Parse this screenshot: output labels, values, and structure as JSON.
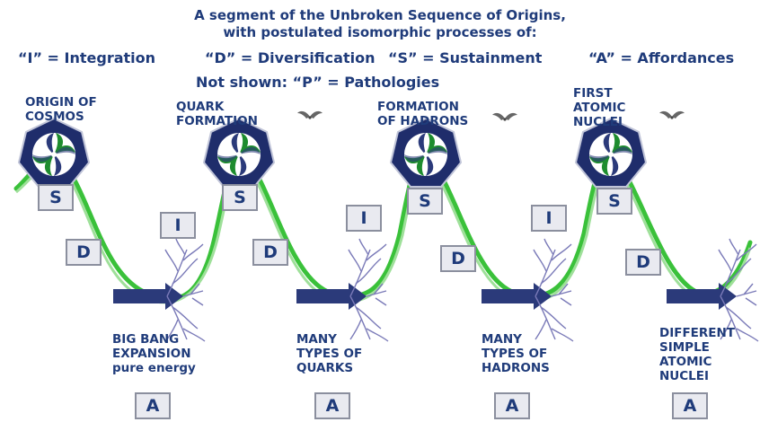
{
  "title": {
    "line1": "A segment of the Unbroken Sequence of Origins,",
    "line2": "with postulated isomorphic processes of:"
  },
  "legend": {
    "integration": "“I” = Integration",
    "diversification": "“D” = Diversification",
    "sustainment": "“S” = Sustainment",
    "affordances": "“A” = Affordances",
    "not_shown": "Not shown: “P” = Pathologies"
  },
  "origins": [
    {
      "line1": "ORIGIN OF",
      "line2": "COSMOS",
      "line3": ""
    },
    {
      "line1": "QUARK",
      "line2": "FORMATION",
      "line3": ""
    },
    {
      "line1": "FORMATION",
      "line2": "OF HADRONS",
      "line3": ""
    },
    {
      "line1": "FIRST",
      "line2": "ATOMIC",
      "line3": "NUCLEI"
    }
  ],
  "outcomes": [
    {
      "line1": "BIG BANG",
      "line2": "EXPANSION",
      "line3": "pure energy",
      "line4": ""
    },
    {
      "line1": "MANY",
      "line2": "TYPES OF",
      "line3": "QUARKS",
      "line4": ""
    },
    {
      "line1": "MANY",
      "line2": "TYPES OF",
      "line3": "HADRONS",
      "line4": ""
    },
    {
      "line1": "DIFFERENT",
      "line2": "SIMPLE",
      "line3": "ATOMIC",
      "line4": "NUCLEI"
    }
  ],
  "boxes": {
    "s": "S",
    "i": "I",
    "d": "D",
    "a": "A"
  },
  "colors": {
    "text": "#1f3b7a",
    "wave": "#3ac13a",
    "heptagon": "#1f2d6b",
    "arrow": "#2b3a7a",
    "tree": "#7a7ab8",
    "box_fill": "#e9eaf0",
    "box_border": "#8b8f9e"
  }
}
